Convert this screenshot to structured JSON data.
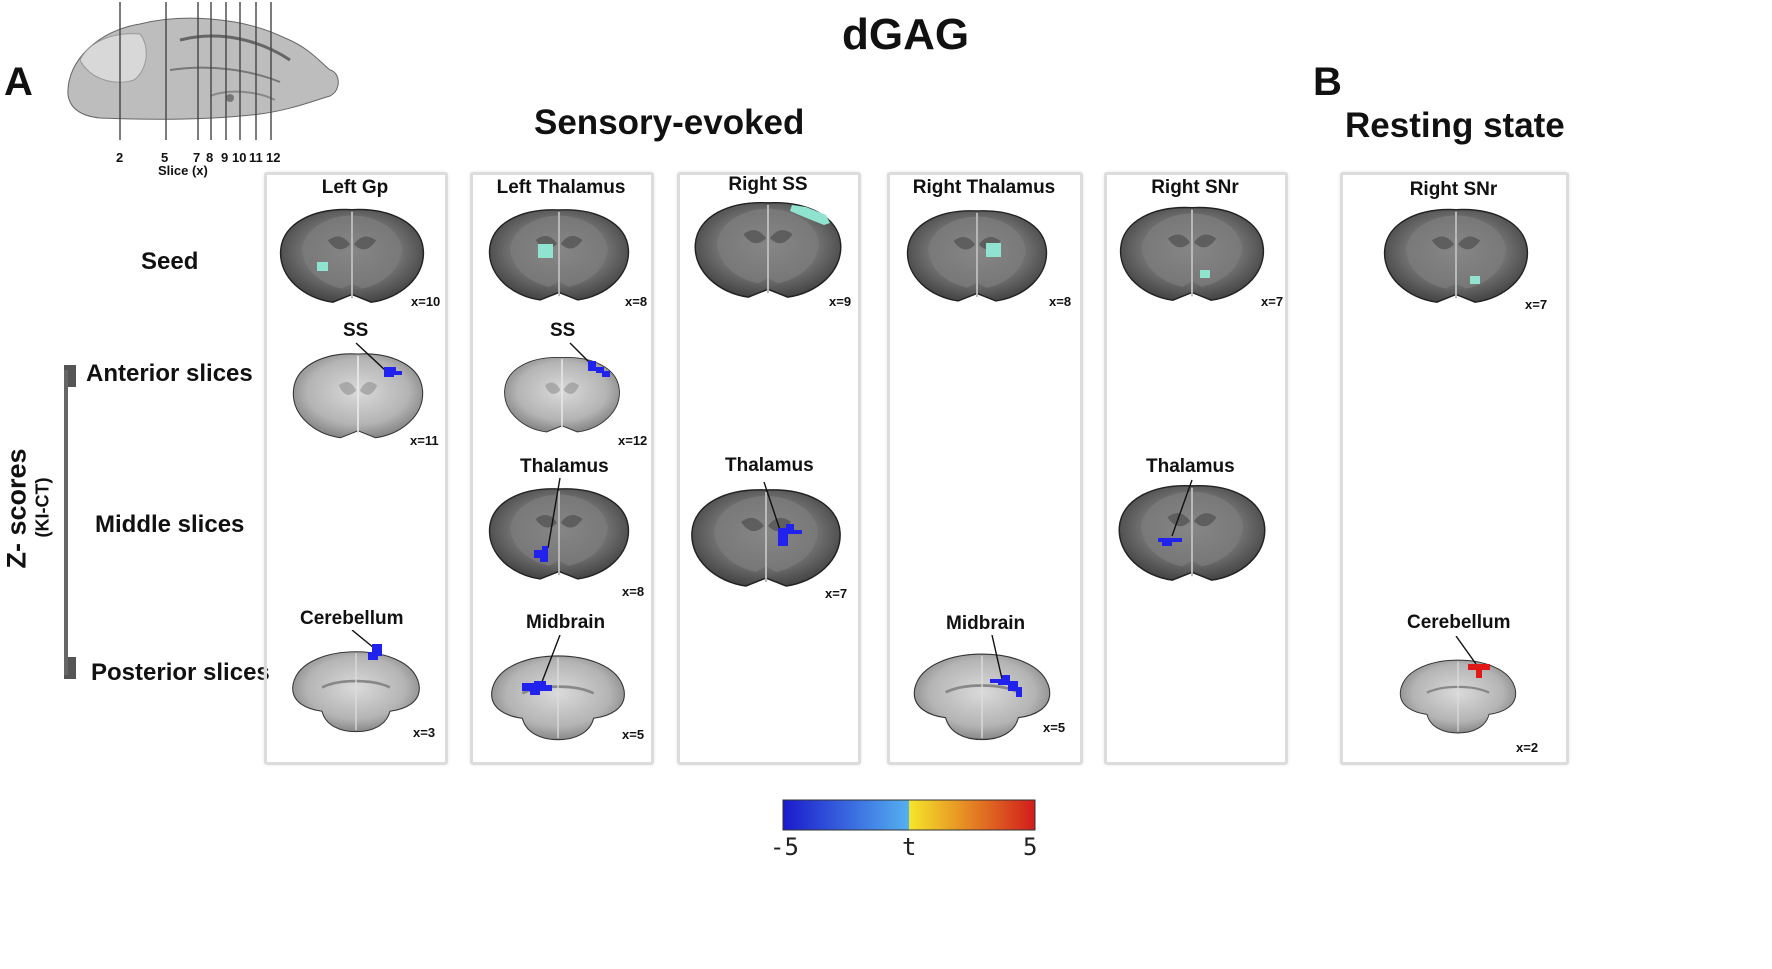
{
  "title": "dGAG",
  "panel_a": {
    "letter": "A",
    "heading": "Sensory-evoked"
  },
  "panel_b": {
    "letter": "B",
    "heading": "Resting state"
  },
  "sagittal": {
    "slice_numbers": [
      "2",
      "5",
      "7",
      "8",
      "9",
      "10",
      "11",
      "12"
    ],
    "axis_label": "Slice (x)"
  },
  "rows": {
    "seed": "Seed",
    "anterior": "Anterior slices",
    "middle": "Middle slices",
    "posterior": "Posterior slices"
  },
  "zscores": {
    "main": "Z- scores",
    "sub": "(KI-CT)"
  },
  "columns": [
    {
      "title": "Left Gp",
      "seed_x": "x=10",
      "anterior": {
        "region": "SS",
        "x": "x=11"
      },
      "posterior": {
        "region": "Cerebellum",
        "x": "x=3"
      }
    },
    {
      "title": "Left Thalamus",
      "seed_x": "x=8",
      "anterior": {
        "region": "SS",
        "x": "x=12"
      },
      "middle": {
        "region": "Thalamus",
        "x": "x=8"
      },
      "posterior": {
        "region": "Midbrain",
        "x": "x=5"
      }
    },
    {
      "title": "Right SS",
      "seed_x": "x=9",
      "middle": {
        "region": "Thalamus",
        "x": "x=7"
      }
    },
    {
      "title": "Right Thalamus",
      "seed_x": "x=8",
      "posterior": {
        "region": "Midbrain",
        "x": "x=5"
      }
    },
    {
      "title": "Right SNr",
      "seed_x": "x=7",
      "middle": {
        "region": "Thalamus",
        "x": ""
      }
    }
  ],
  "resting": {
    "title": "Right SNr",
    "seed_x": "x=7",
    "posterior": {
      "region": "Cerebellum",
      "x": "x=2"
    }
  },
  "colorbar": {
    "min": "-5",
    "mid": "t",
    "max": "5",
    "colors": {
      "neg_dark": "#1a1acc",
      "neg_light": "#55b0f0",
      "pos_light": "#f5e62a",
      "pos_dark": "#d21c1c"
    }
  },
  "colors": {
    "seed": "#8fe3cf",
    "negative": "#2222ee",
    "positive": "#e01818"
  }
}
